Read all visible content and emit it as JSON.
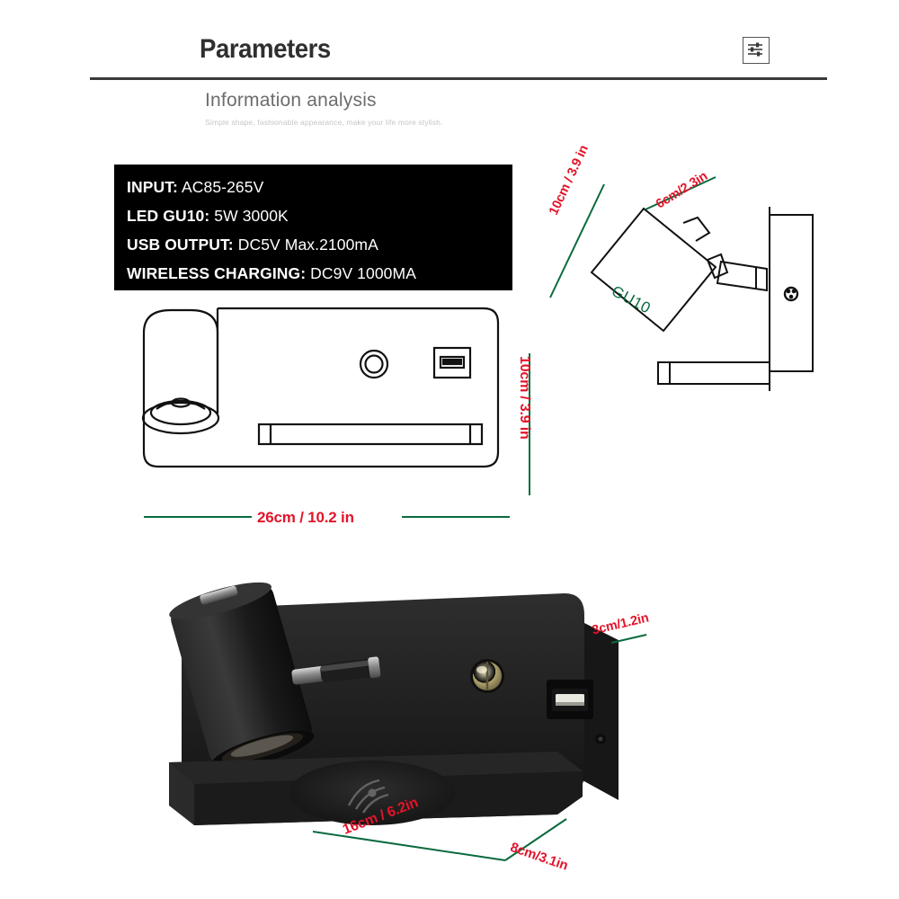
{
  "header": {
    "title": "Parameters",
    "settings_icon": "sliders-settings-icon"
  },
  "subtitle": {
    "main": "Information analysis",
    "sub": "Simple shape, fashionable appearance, make your life more stylish."
  },
  "specs": [
    {
      "label": "INPUT:",
      "value": "AC85-265V"
    },
    {
      "label": "LED GU10:",
      "value": "5W 3000K"
    },
    {
      "label": "USB OUTPUT:",
      "value": "DC5V Max.2100mA"
    },
    {
      "label": "WIRELESS CHARGING:",
      "value": "DC9V 1000MA"
    }
  ],
  "dimensions": {
    "front_width": "26cm / 10.2 in",
    "front_height": "10cm / 3.9 in",
    "side_height": "10cm / 3.9 in",
    "side_width": "6cm/2.3in",
    "photo_depth": "3cm/1.2in",
    "photo_width": "16cm / 6.2in",
    "photo_shelf": "8cm/3.1in"
  },
  "labels": {
    "lamp_socket": "GU10"
  },
  "colors": {
    "dimension_red": "#e2142a",
    "leader_green": "#0a6b3d",
    "spec_box_bg": "#000000",
    "title_gray": "#2f2f2f",
    "subtitle_gray": "#6d6d6d",
    "product_black": "#1c1c1c"
  }
}
